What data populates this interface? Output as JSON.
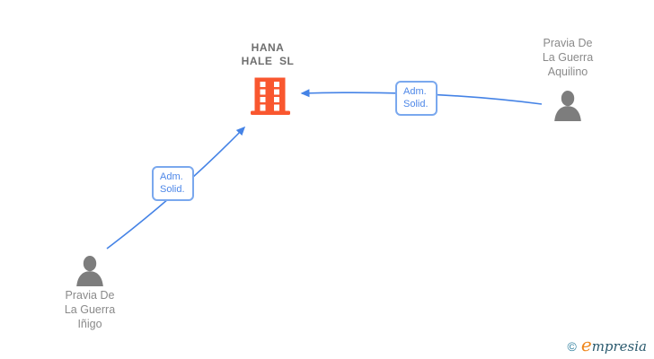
{
  "diagram": {
    "company": {
      "name": "HANA\nHALE  SL",
      "icon": "building-icon",
      "color": "#f9572f"
    },
    "persons": [
      {
        "name": "Pravia De\nLa Guerra\nAquilino",
        "icon": "person-icon"
      },
      {
        "name": "Pravia De\nLa Guerra\nIñigo",
        "icon": "person-icon"
      }
    ],
    "edges": [
      {
        "from": "Pravia De La Guerra Aquilino",
        "to": "HANA HALE SL",
        "label": "Adm.\nSolid."
      },
      {
        "from": "Pravia De La Guerra Iñigo",
        "to": "HANA HALE SL",
        "label": "Adm.\nSolid."
      }
    ]
  },
  "watermark": {
    "copyright_symbol": "©",
    "brand_initial": "e",
    "brand_rest": "mpresia"
  },
  "colors": {
    "building": "#f9572f",
    "person": "#7d7d7d",
    "edge": "#4583e6",
    "edge_label_text": "#4d87e8",
    "edge_label_border": "#7aa8ee",
    "company_label_text": "#6e6e6e",
    "person_label_text": "#8a8a8a",
    "watermark_copyright": "#2e7f9e",
    "watermark_initial": "#ef861b",
    "watermark_rest": "#2a5a6e",
    "background": "#ffffff"
  }
}
